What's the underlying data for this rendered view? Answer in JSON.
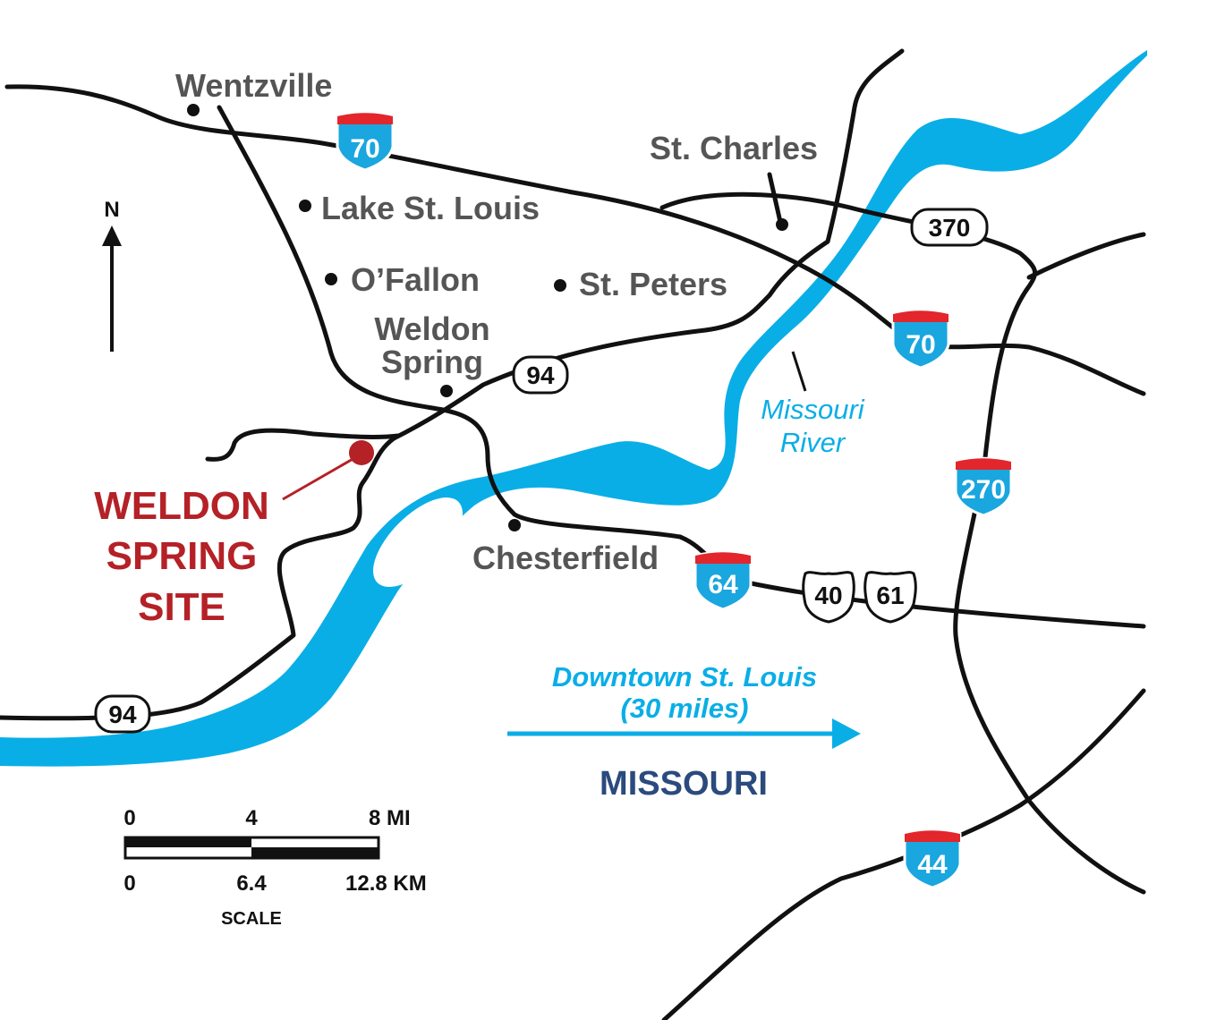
{
  "map": {
    "cities": [
      {
        "id": "wentzville",
        "name": "Wentzville"
      },
      {
        "id": "lake-st-louis",
        "name": "Lake St. Louis"
      },
      {
        "id": "ofallon",
        "name": "O’Fallon"
      },
      {
        "id": "st-peters",
        "name": "St. Peters"
      },
      {
        "id": "st-charles",
        "name": "St. Charles"
      },
      {
        "id": "weldon-spring",
        "name_line1": "Weldon",
        "name_line2": "Spring"
      },
      {
        "id": "chesterfield",
        "name": "Chesterfield"
      }
    ],
    "site": {
      "line1": "WELDON",
      "line2": "SPRING",
      "line3": "SITE",
      "color": "#b42126"
    },
    "river": {
      "line1": "Missouri",
      "line2": "River",
      "color": "#0aaee6"
    },
    "destination": {
      "line1": "Downtown St. Louis",
      "line2": "(30 miles)"
    },
    "state": "MISSOURI",
    "north": "N",
    "interstates": [
      "70",
      "70",
      "270",
      "64",
      "44"
    ],
    "routes": [
      "94",
      "94",
      "370",
      "40",
      "61"
    ],
    "scale": {
      "mi_ticks": [
        "0",
        "4",
        "8 MI"
      ],
      "km_ticks": [
        "0",
        "6.4",
        "12.8 KM"
      ],
      "title": "SCALE"
    },
    "colors": {
      "road": "#111111",
      "river": "#0aaee6",
      "interstate_blue": "#1aa6df",
      "interstate_red": "#e2262b"
    }
  }
}
